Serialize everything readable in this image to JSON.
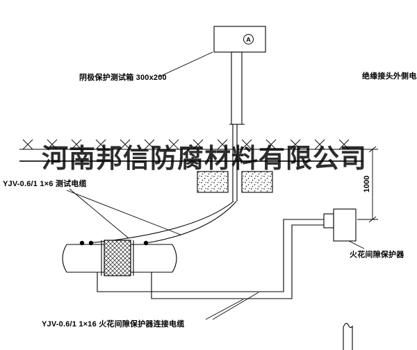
{
  "drawing": {
    "watermark": "河南邦信防腐材料有限公司",
    "test_box_label": "阴极保护测试箱 300x200",
    "outer_cable_label": "绝缘接头外侧电缆",
    "test_cable_label": "YJV-0.6/1 1×6  测试电缆",
    "spark_gap_label": "火花间隙保护器",
    "connect_cable_label": "YJV-0.6/1 1×16  火花间隙保护器连接电缆",
    "depth_dimension": "1000",
    "meter_symbol": "A"
  }
}
